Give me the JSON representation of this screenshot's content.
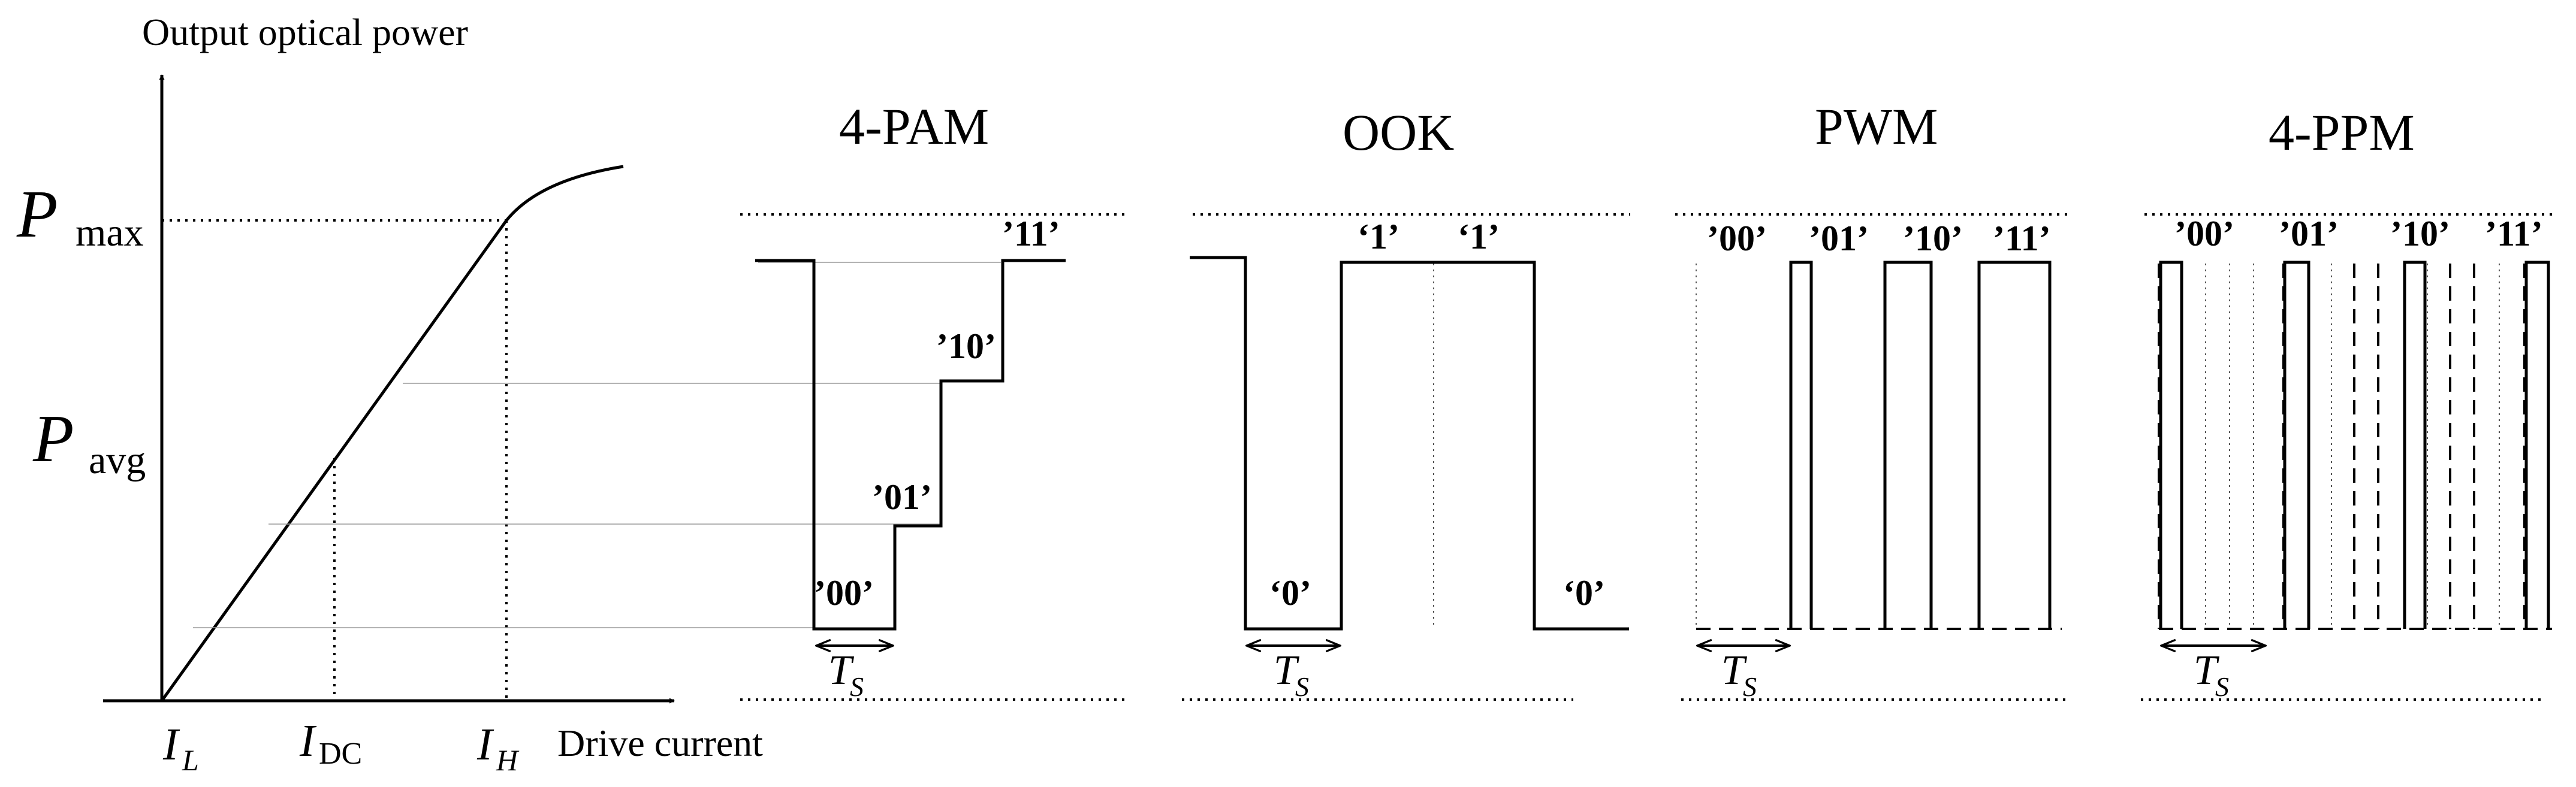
{
  "ui_curve": {
    "y_axis_label": "Output optical power",
    "x_axis_label": "Drive current",
    "p_max_main": "P",
    "p_max_sub": "max",
    "p_avg_main": "P",
    "p_avg_sub": "avg",
    "i_l_main": "I",
    "i_l_sub": "L",
    "i_dc_main": "I",
    "i_dc_sub": "DC",
    "i_h_main": "I",
    "i_h_sub": "H"
  },
  "panels": {
    "pam": {
      "title": "4-PAM",
      "symbols": [
        "’00’",
        "’01’",
        "’10’",
        "’11’"
      ],
      "ts_main": "T",
      "ts_sub": "S"
    },
    "ook": {
      "title": "OOK",
      "symbols": [
        "‘0’",
        "‘1’",
        "‘1’",
        "‘0’"
      ],
      "ts_main": "T",
      "ts_sub": "S"
    },
    "pwm": {
      "title": "PWM",
      "symbols": [
        "’00’",
        "’01’",
        "’10’",
        "’11’"
      ],
      "ts_main": "T",
      "ts_sub": "S"
    },
    "ppm": {
      "title": "4-PPM",
      "symbols": [
        "’00’",
        "’01’",
        "’10’",
        "’11’"
      ],
      "ts_main": "T",
      "ts_sub": "S"
    }
  }
}
